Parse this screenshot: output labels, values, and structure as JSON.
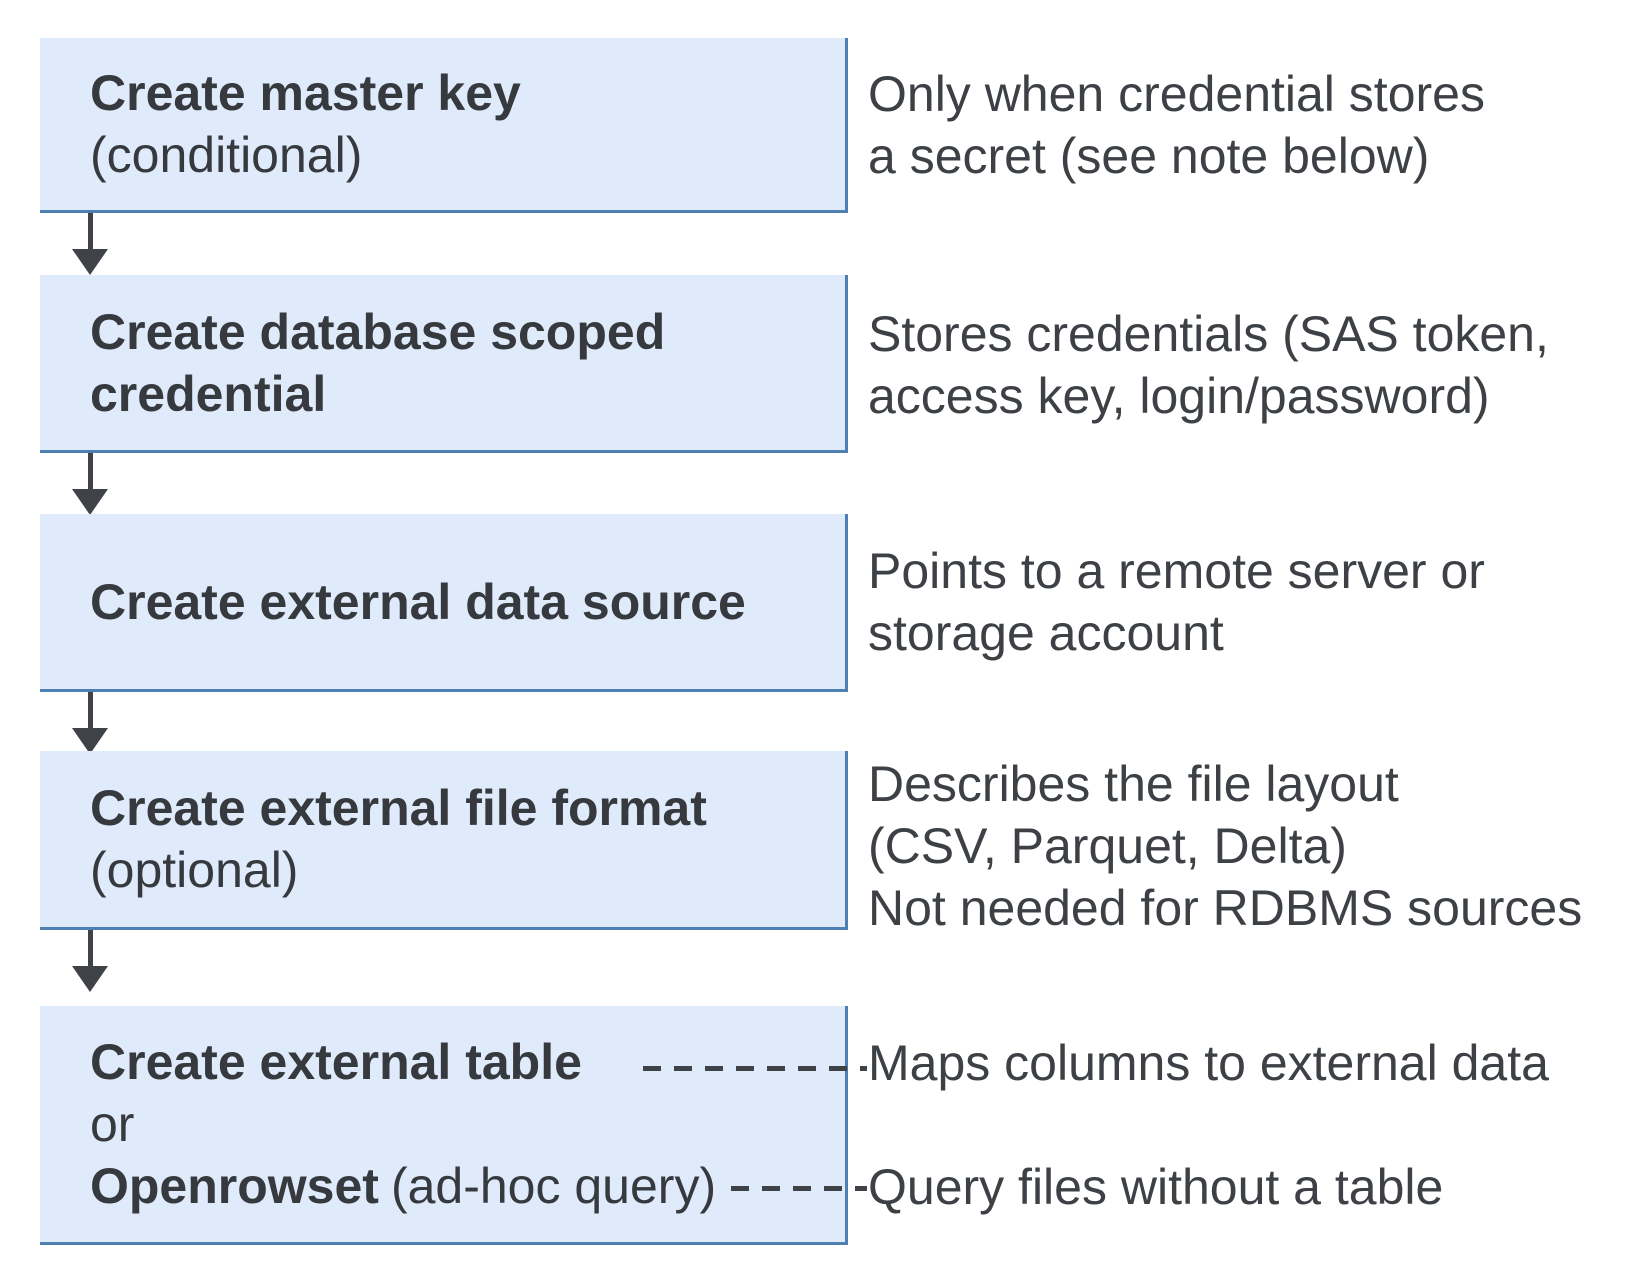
{
  "steps": [
    {
      "title": "Create master key",
      "subtitle": "(conditional)",
      "note": "Only when credential stores\na secret (see note below)"
    },
    {
      "title": "Create database scoped\ncredential",
      "note": "Stores credentials (SAS token,\naccess key, login/password)"
    },
    {
      "title": "Create external data source",
      "note": "Points to a remote server or\nstorage account"
    },
    {
      "title": "Create external file format",
      "subtitle": "(optional)",
      "note": "Describes the file layout\n(CSV, Parquet, Delta)\nNot needed for RDBMS sources"
    },
    {
      "line1_bold": "Create external table",
      "line2": "or",
      "line3_bold": "Openrowset",
      "line3_regular": "(ad-hoc query)",
      "note_table": "Maps columns to external data",
      "note_openrowset": "Query files without a table"
    }
  ],
  "colors": {
    "box_fill": "#dfeafa",
    "box_border": "#4d7fb3",
    "arrow": "#3f4347",
    "text": "#36393d",
    "note_text": "#3d4145"
  }
}
